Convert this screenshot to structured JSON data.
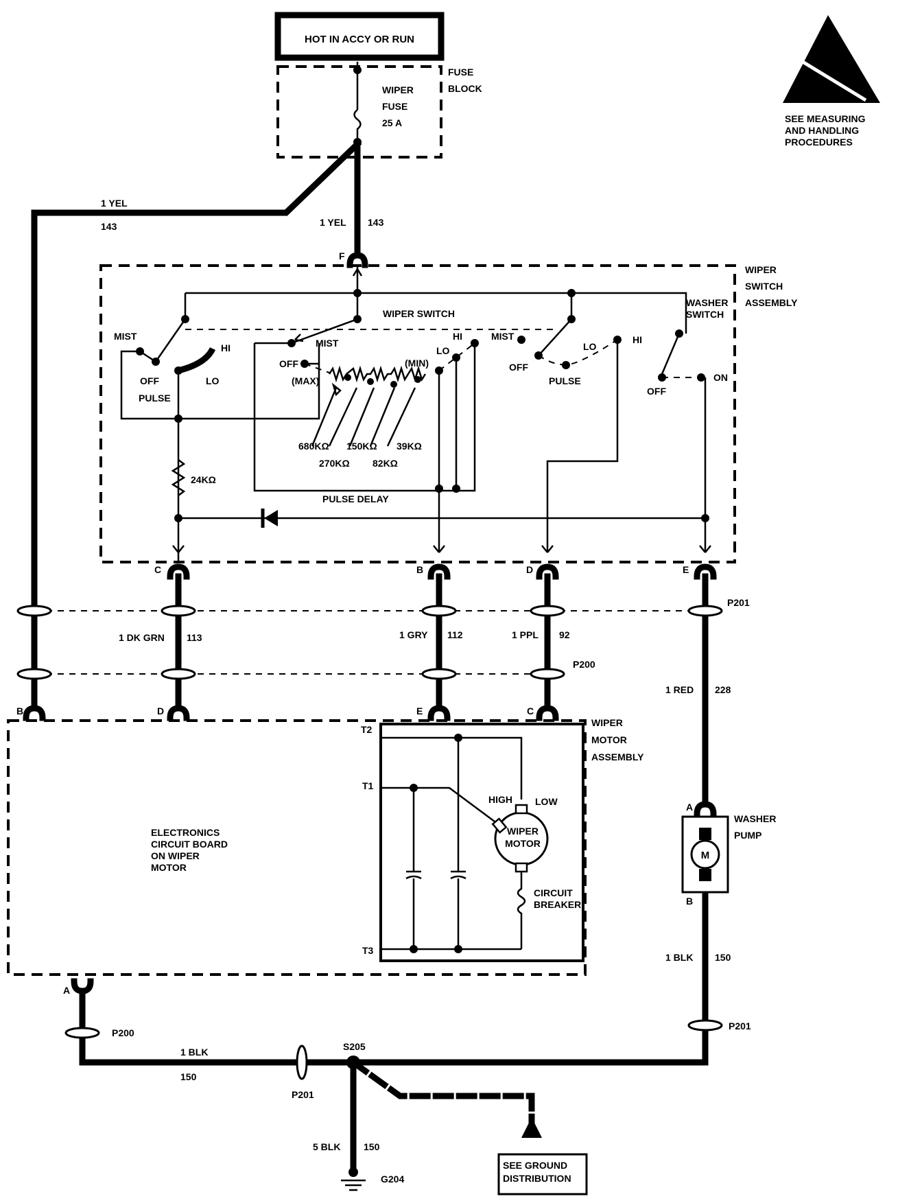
{
  "power": {
    "title": "HOT IN ACCY OR RUN"
  },
  "fuse_block": {
    "label_1": "FUSE",
    "label_2": "BLOCK",
    "fuse_l1": "WIPER",
    "fuse_l2": "FUSE",
    "fuse_l3": "25 A"
  },
  "esd": {
    "l1": "SEE MEASURING",
    "l2": "AND HANDLING",
    "l3": "PROCEDURES"
  },
  "wires": {
    "left_color": "1 YEL",
    "left_circuit": "143",
    "feed_color": "1 YEL",
    "feed_circuit": "143",
    "c_color": "1 DK GRN",
    "c_circuit": "113",
    "b_color": "1 GRY",
    "b_circuit": "112",
    "d_color": "1 PPL",
    "d_circuit": "92",
    "red_color": "1 RED",
    "red_circuit": "228",
    "pump_gnd_color": "1 BLK",
    "pump_gnd_circuit": "150",
    "motor_gnd_color": "1 BLK",
    "motor_gnd_circuit": "150",
    "g_color": "5 BLK",
    "g_circuit": "150"
  },
  "switch": {
    "assembly_1": "WIPER",
    "assembly_2": "SWITCH",
    "assembly_3": "ASSEMBLY",
    "wiper_switch": "WIPER SWITCH",
    "washer_1": "WASHER",
    "washer_2": "SWITCH",
    "mist": "MIST",
    "off": "OFF",
    "pulse": "PULSE",
    "hi": "HI",
    "lo": "LO",
    "max": "(MAX)",
    "min": "(MIN)",
    "r680": "680KΩ",
    "r270": "270KΩ",
    "r150": "150KΩ",
    "r82": "82KΩ",
    "r39": "39KΩ",
    "r24": "24KΩ",
    "pulse_delay": "PULSE DELAY",
    "on": "ON"
  },
  "connectors": {
    "f": "F",
    "c": "C",
    "b": "B",
    "d": "D",
    "e": "E",
    "p201": "P201",
    "p200": "P200",
    "m_b": "B",
    "m_d": "D",
    "m_e": "E",
    "m_c": "C",
    "m_a": "A",
    "pump_a": "A",
    "pump_b": "B",
    "t1": "T1",
    "t2": "T2",
    "t3": "T3"
  },
  "motor": {
    "assembly_1": "WIPER",
    "assembly_2": "MOTOR",
    "assembly_3": "ASSEMBLY",
    "board_1": "ELECTRONICS",
    "board_2": "CIRCUIT BOARD",
    "board_3": "ON WIPER",
    "board_4": "MOTOR",
    "high": "HIGH",
    "low": "LOW",
    "motor_1": "WIPER",
    "motor_2": "MOTOR",
    "cb_1": "CIRCUIT",
    "cb_2": "BREAKER"
  },
  "pump": {
    "l1": "WASHER",
    "l2": "PUMP",
    "symbol": "M"
  },
  "ground": {
    "splice": "S205",
    "p200": "P200",
    "p201": "P201",
    "p201_pump": "P201",
    "g204": "G204",
    "dist_1": "SEE GROUND",
    "dist_2": "DISTRIBUTION"
  }
}
